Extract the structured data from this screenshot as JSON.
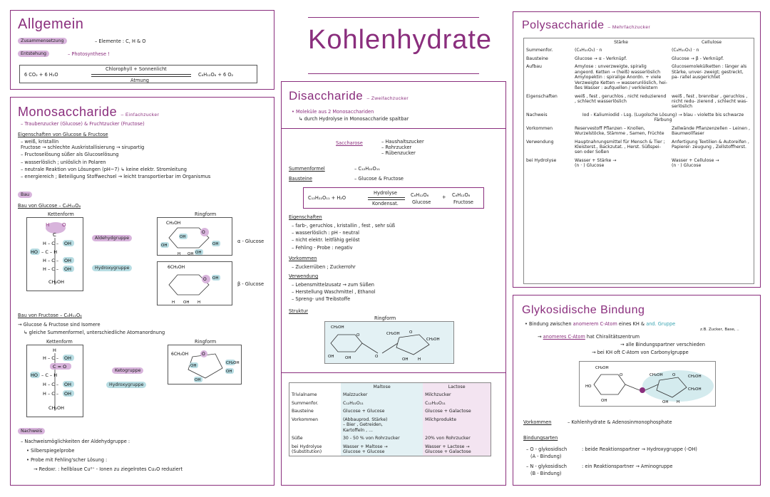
{
  "colors": {
    "accent": "#8a2e7d",
    "pill_purple": "#d8b4dc",
    "pill_teal": "#b8dde3",
    "teal_text": "#3aa4b2",
    "cell_teal": "#e3f1f4",
    "cell_pink": "#f3e4f1"
  },
  "title": "Kohlenhydrate",
  "allgemein": {
    "heading": "Allgemein",
    "zus_label": "Zusammensetzung",
    "zus_value": "– Elemente : C, H & O",
    "ent_label": "Entstehung",
    "ent_value": "– Photosynthese !",
    "eq_left": "6 CO₂   +   6 H₂O",
    "eq_top": "Chlorophyll + Sonnenlicht",
    "eq_bottom": "Atmung",
    "eq_right": "C₆H₁₂O₆   +   6 O₂"
  },
  "mono": {
    "heading": "Monosaccharide",
    "heading_sub": "– Einfachzucker",
    "line1": "– Traubenzucker (Glucose) & Fruchtzucker (Fructose)",
    "eig_title": "Eigenschaften von Glucose & Fructose",
    "eig": [
      "– weiß, kristallin",
      "  Fructose → schlechte Auskristallisierung → sirupartig",
      "– Fructoselösung süßer als Glucoselösung",
      "– wasserlöslich ; unlöslich in Polaren",
      "– neutrale Reaktion von Lösungen (pH~7) ↳ keine elektr. Stromleitung",
      "– energiereich ; Beteiligung Stoffwechsel → leicht transportierbar im Organismus"
    ],
    "bau_label": "Bau",
    "bau_glc": "Bau von Glucose  –  C₆H₁₂O₆",
    "kettenform": "Kettenform",
    "ringform": "Ringform",
    "aldehyd": "Aldehydgruppe",
    "hydroxy": "Hydroxygruppe",
    "alpha": "α - Glucose",
    "beta": "β - Glucose",
    "bau_fru": "Bau von Fructose  –  C₆H₁₂O₆",
    "fru1": "→ Glucose & Fructose sind Isomere",
    "fru2": "↳ gleiche Summenformel, unterschiedliche Atomanordnung",
    "keto": "Ketogruppe",
    "hydroxy2": "Hydroxygruppe",
    "nachweis_label": "Nachweis",
    "nach1": "– Nachweismöglichkeiten der Aldehydgruppe :",
    "nach2": "• Silberspiegelprobe",
    "nach3": "• Probe mit Fehling'scher Lösung :",
    "nach4": "→ Redoxr. : hellblaue Cu²⁺ - Ionen zu ziegelrotes Cu₂O reduziert",
    "chain_glc": [
      "H",
      "C",
      "H – C – OH",
      "HO – C – H",
      "H – C – OH",
      "H – C – OH",
      "CH₂OH"
    ],
    "chain_fru": [
      "H",
      "H – C – OH",
      "C = O",
      "HO – C – H",
      "H – C – OH",
      "H – C – OH",
      "CH₂OH"
    ]
  },
  "di": {
    "heading": "Disaccharide",
    "heading_sub": "– Zweifachzucker",
    "line1": "• Moleküle aus 2 Monosacchariden",
    "line2": "↳ durch Hydrolyse in Monosaccharide spaltbar",
    "sacch": "Saccharose",
    "sacch_names": [
      "– Haushaltszucker",
      "– Rohrzucker",
      "– Rübenzucker"
    ],
    "summ_label": "Summenformel",
    "summ_val": "– C₁₂H₂₂O₁₁",
    "baust_label": "Bausteine",
    "baust_val": "– Glucose & Fructose",
    "rx_left": "C₁₂H₂₂O₁₁  +  H₂O",
    "rx_top": "Hydrolyse",
    "rx_bot": "Kondensat.",
    "rx_mid1": "C₆H₁₂O₆",
    "rx_mid1b": "Glucose",
    "rx_plus": "+",
    "rx_mid2": "C₆H₁₂O₆",
    "rx_mid2b": "Fructose",
    "eig_label": "Eigenschaften",
    "eig": [
      "– farb-, geruchlos , kristallin , fest , sehr süß",
      "– wasserlöslich : pH - neutral",
      "– nicht elektr. leitfähig gelöst",
      "– Fehling - Probe : negativ"
    ],
    "vork_label": "Vorkommen",
    "vork": "– Zuckerrüben ; Zuckerrohr",
    "verw_label": "Verwendung",
    "verw": [
      "– Lebensmittelzusatz → zum Süßen",
      "– Herstellung Waschmittel , Ethanol",
      "– Spreng- und Treibstoffe"
    ],
    "struk_label": "Struktur",
    "ringform": "Ringform",
    "table_headers": [
      "",
      "Maltose",
      "Lactose"
    ],
    "table_rows": [
      [
        "Trivialname",
        "Malzzucker",
        "Milchzucker"
      ],
      [
        "Summenfor.",
        "C₁₂H₂₂O₁₁",
        "C₁₂H₂₂O₁₁"
      ],
      [
        "Bausteine",
        "Glucose + Glucose",
        "Glucose + Galactose"
      ],
      [
        "Vorkommen",
        "(Abbauprod. Stärke)\n– Bier , Getreiden,\n  Kartoffeln , ...",
        "Milchprodukte"
      ],
      [
        "Süße",
        "30 - 50 % von Rohrzucker",
        "20% von Rohrzucker"
      ],
      [
        "bei Hydrolyse\n(Substitution)",
        "Wasser + Maltose →\nGlucose + Glucose",
        "Wasser + Lactose →\nGlucose + Galactose"
      ]
    ]
  },
  "poly": {
    "heading": "Polysaccharide",
    "heading_sub": "– Mehrfachzucker",
    "col_headers": [
      "",
      "Stärke",
      "Cellulose"
    ],
    "rows": [
      {
        "label": "Summenfor.",
        "a": "(C₆H₁₀O₅) · n",
        "b": "(C₆H₁₀O₅) · n"
      },
      {
        "label": "Bausteine",
        "a": "Glucose → α - Verknüpf.",
        "b": "Glucose → β - Verknüpf."
      },
      {
        "label": "Aufbau",
        "a": "Amylose : unverzweigte, spiralig angeord. Ketten → (heiß) wasserlöslich\nAmylopektin : spiralige Anordn. + viele Verzweigte Ketten → wasserunlöslich, hei- ßes Wasser : aufquellen / verkleistern",
        "b": "Glucosemolekülketten : länger als Stärke, unver- zweigt; gestreckt, pa- rallel ausgerichtet"
      },
      {
        "label": "Eigenschaften",
        "a": "weiß , fest , geruchlos , nicht reduzierend , schlecht wasserlöslich",
        "b": "weiß , fest , brennbar , geruchlos , nicht redu- zierend , schlecht was- serlöslich"
      },
      {
        "label": "Nachweis",
        "a": "Iod - Kaliumiodid - Lsg. (Lugolsche Lösung) → blau - violette bis schwarze Färbung",
        "b": ""
      },
      {
        "label": "Vorkommen",
        "a": "Reservestoff Pflanzen – Knollen, Wurzelstöcke, Stämme , Samen, Früchte",
        "b": "Zellwände Pflanzenzellen – Leinen , Baumwollfaser"
      },
      {
        "label": "Verwendung",
        "a": "Hauptnahrungsmittel für Mensch & Tier ; Kleisterst., Backzutat. , Herst. Süßspei- sen oder Soßen",
        "b": "Anfertigung Textilien & Autoreifen , Papierer- zeugung , Zellstoffherst."
      },
      {
        "label": "bei Hydrolyse",
        "a": "Wasser + Stärke →\n(n · ) Glucose",
        "b": "Wasser + Cellulose →\n(n · ) Glucose"
      }
    ]
  },
  "glyk": {
    "heading": "Glykosidische Bindung",
    "l1a": "• Bindung zwischen",
    "l1b": "anomerem C-Atom",
    "l1c": "eines KH &",
    "l1d": "and. Gruppe",
    "l1e": "z.B. Zucker, Base, ..",
    "l2a": "→",
    "l2b": "anomeres C-Atom",
    "l2c": "hat Chiralitätszentrum",
    "l3": "→ alle Bindungspartner verschieden",
    "l4": "→ bei KH oft C-Atom von Carbonylgruppe",
    "vork_label": "Vorkommen",
    "vork_val": "– Kohlenhydrate & Adenosinmonophosphate",
    "bind_label": "Bindungsarten",
    "b1a": "– O - glykosidisch",
    "b1b": "(A - Bindung)",
    "b1c": ": beide Reaktionspartner → Hydroxygruppe (-OH)",
    "b2a": "– N - glykosidisch",
    "b2b": "(B - Bindung)",
    "b2c": ": ein Reaktionspartner → Aminogruppe"
  }
}
